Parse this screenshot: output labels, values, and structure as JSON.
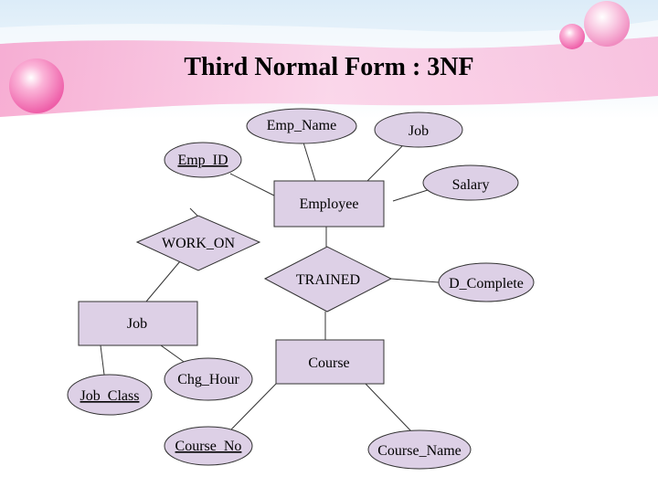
{
  "slide": {
    "title": "Third Normal Form : 3NF"
  },
  "colors": {
    "shape_fill": "#ddd0e6",
    "shape_stroke": "#333333",
    "banner_pink": "#f7b8d8",
    "bubble_pink": "#f26bb0"
  },
  "entities": {
    "employee": "Employee",
    "job": "Job",
    "course": "Course"
  },
  "relationships": {
    "work_on": "WORK_ON",
    "trained": "TRAINED"
  },
  "attributes": {
    "emp_name": "Emp_Name",
    "job_attr": "Job",
    "emp_id": "Emp_ID",
    "salary": "Salary",
    "d_complete": "D_Complete",
    "job_class": "Job_Class",
    "chg_hour": "Chg_Hour",
    "course_no": "Course_No",
    "course_name": "Course_Name"
  }
}
